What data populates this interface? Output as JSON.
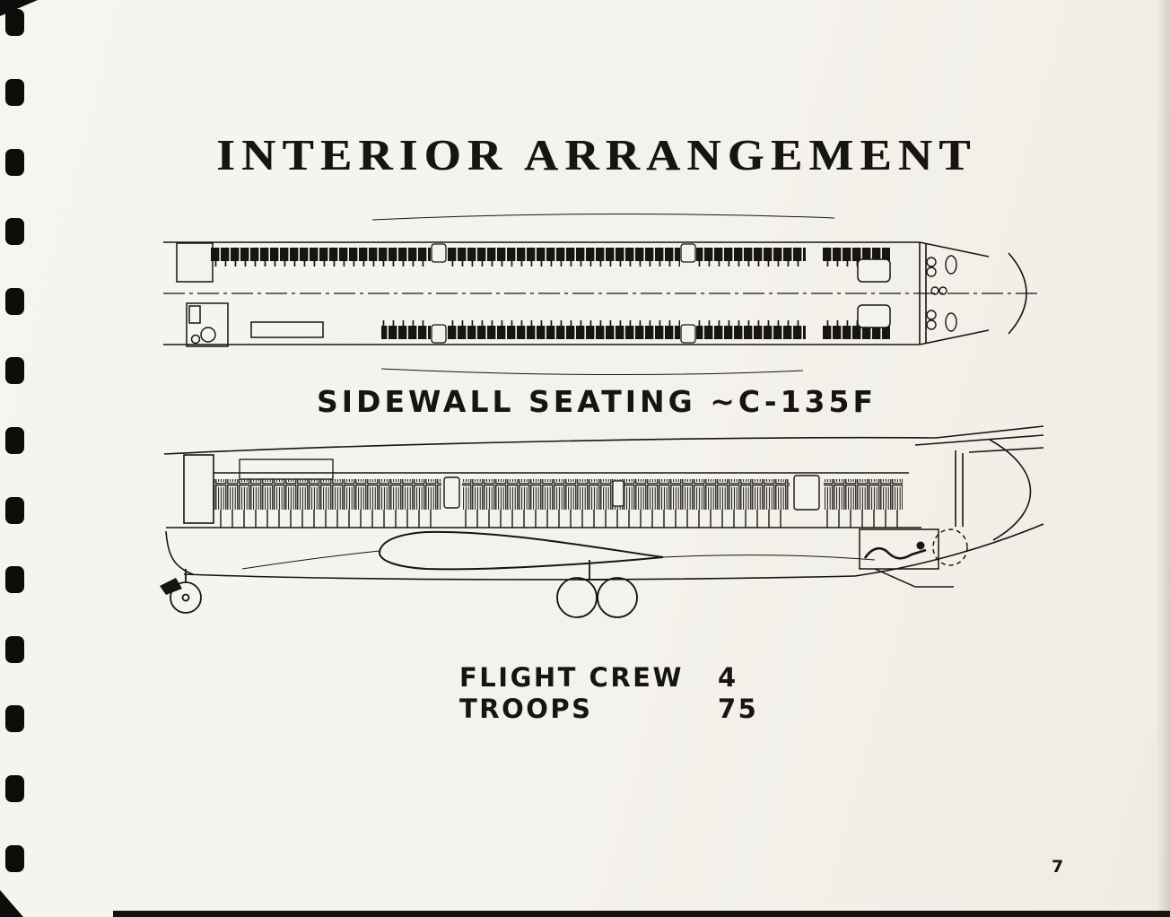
{
  "page": {
    "title": "INTERIOR ARRANGEMENT",
    "caption": "SIDEWALL SEATING ~C-135F",
    "page_number": "7"
  },
  "capacity": {
    "rows": [
      {
        "label": "FLIGHT CREW",
        "value": "4"
      },
      {
        "label": "TROOPS",
        "value": "75"
      }
    ]
  },
  "diagrams": {
    "top_view_alt": "cabin plan view with sidewall seating rows",
    "side_view_alt": "cabin side elevation with sidewall seats, wing and landing gear"
  },
  "colors": {
    "paper": "#f4f2ec",
    "ink": "#17150f"
  }
}
